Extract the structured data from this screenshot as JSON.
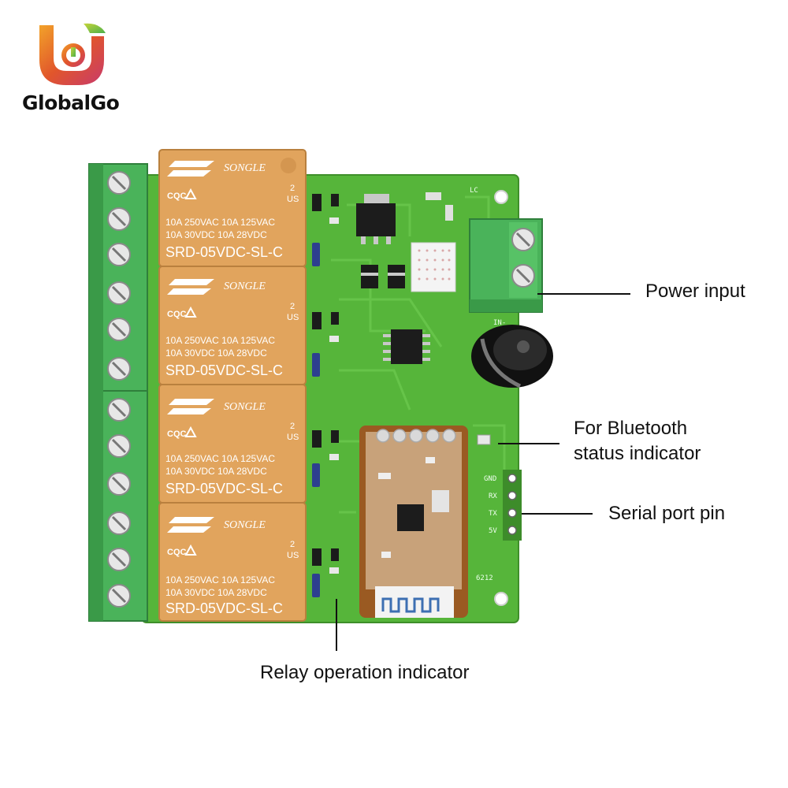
{
  "brand": {
    "name": "GlobalGo",
    "logo_icon": "globalgo-logo-icon"
  },
  "relay": {
    "brand": "SONGLE",
    "cert_mark": "CQC",
    "ul_mark": "US",
    "ul_num": "2",
    "rating_line_1": "10A 250VAC 10A 125VAC",
    "rating_line_2": "10A 30VDC 10A 28VDC",
    "model": "SRD-05VDC-SL-C",
    "count": 4
  },
  "board": {
    "pcb_color": "#56b53a",
    "terminal_color": "#4ab35a",
    "relay_color": "#e1a45d",
    "serial_pins": [
      "GND",
      "RX",
      "TX",
      "5V"
    ],
    "silkscreen_1": "IN-",
    "silkscreen_2": "6212",
    "silkscreen_3": "LC"
  },
  "callouts": {
    "power_input": "Power input",
    "bluetooth_line1": "For Bluetooth",
    "bluetooth_line2": "status indicator",
    "serial_port": "Serial port pin",
    "relay_indicator": "Relay operation indicator"
  }
}
